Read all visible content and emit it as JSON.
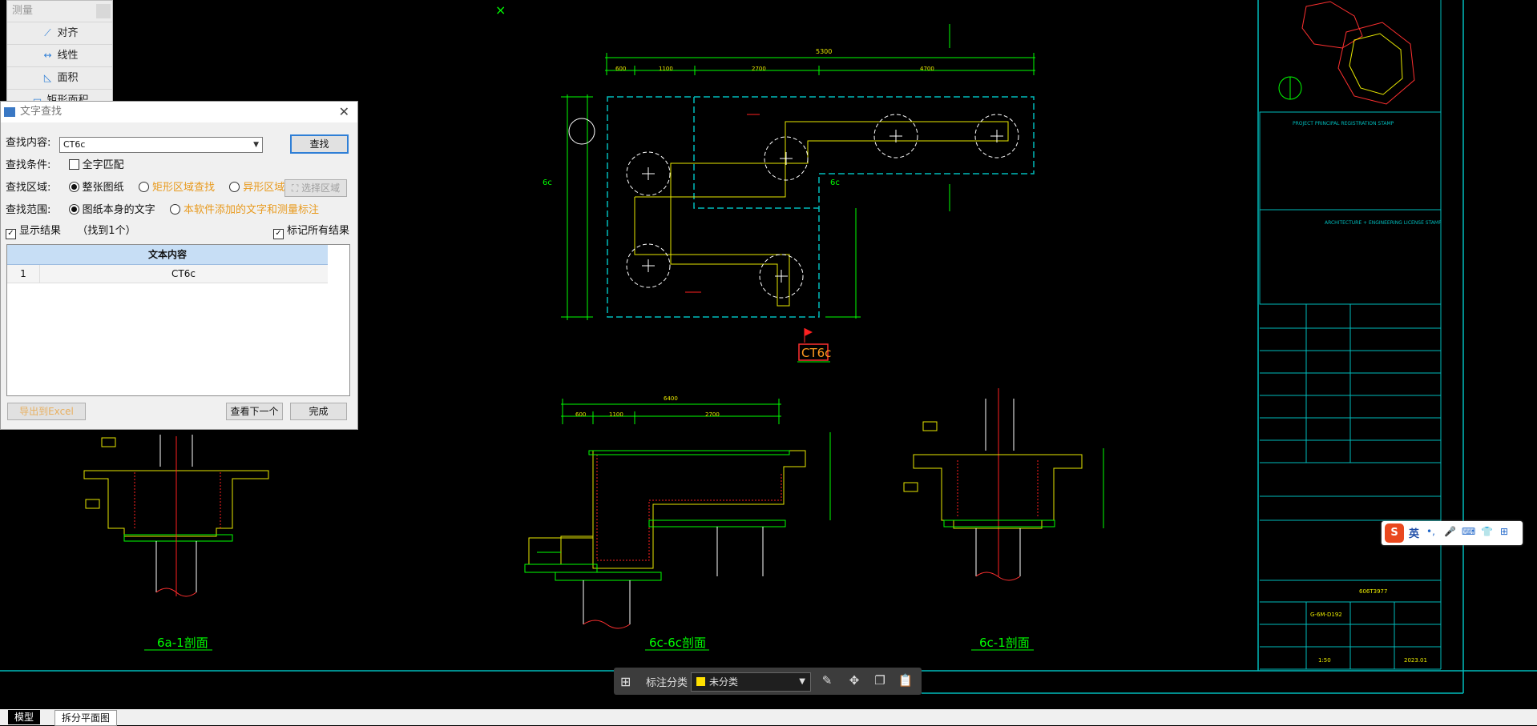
{
  "measure_panel": {
    "title": "测量",
    "items": [
      {
        "label": "对齐",
        "icon": "align-dimension-icon"
      },
      {
        "label": "线性",
        "icon": "linear-dimension-icon"
      },
      {
        "label": "面积",
        "icon": "area-icon"
      },
      {
        "label": "矩形面积",
        "icon": "rect-area-icon"
      }
    ]
  },
  "search_dialog": {
    "title": "文字查找",
    "content_label": "查找内容:",
    "content_value": "CT6c",
    "find_button": "查找",
    "condition_label": "查找条件:",
    "whole_match": "全字匹配",
    "area_label": "查找区域:",
    "area_options": [
      "整张图纸",
      "矩形区域查找",
      "异形区域查找"
    ],
    "select_area_button": "选择区域",
    "scope_label": "查找范围:",
    "scope_options": [
      "图纸本身的文字",
      "本软件添加的文字和测量标注"
    ],
    "show_results": "显示结果",
    "found_count": "（找到1个）",
    "mark_all": "标记所有结果",
    "table_header": "文本内容",
    "rows": [
      {
        "index": "1",
        "text": "CT6c"
      }
    ],
    "export_button": "导出到Excel",
    "next_button": "查看下一个",
    "done_button": "完成"
  },
  "drawing": {
    "plan_dims_top": [
      "5300",
      "600",
      "1100",
      "2700",
      "4700"
    ],
    "plan_title_tag": "CT6c",
    "section_a_title": "6a-1剖面",
    "section_b_title": "6c-6c剖面",
    "section_c_title": "6c-1剖面",
    "section_b_dims": [
      "6400",
      "600",
      "1100",
      "2700"
    ],
    "title_block": {
      "stamp_label": "PROJECT PRINCIPAL REGISTRATION STAMP",
      "license_label": "ARCHITECTURE + ENGINEERING LICENSE STAMP",
      "project_no": "606T3977",
      "scale": "1:50",
      "date": "2023.01",
      "sheet_no": "G-6M-D192"
    }
  },
  "annotation_bar": {
    "label": "标注分类",
    "category": "未分类",
    "category_color": "#ffe000"
  },
  "layout_tabs": [
    "模型",
    "拆分平面图"
  ],
  "ime": {
    "mode": "英"
  }
}
